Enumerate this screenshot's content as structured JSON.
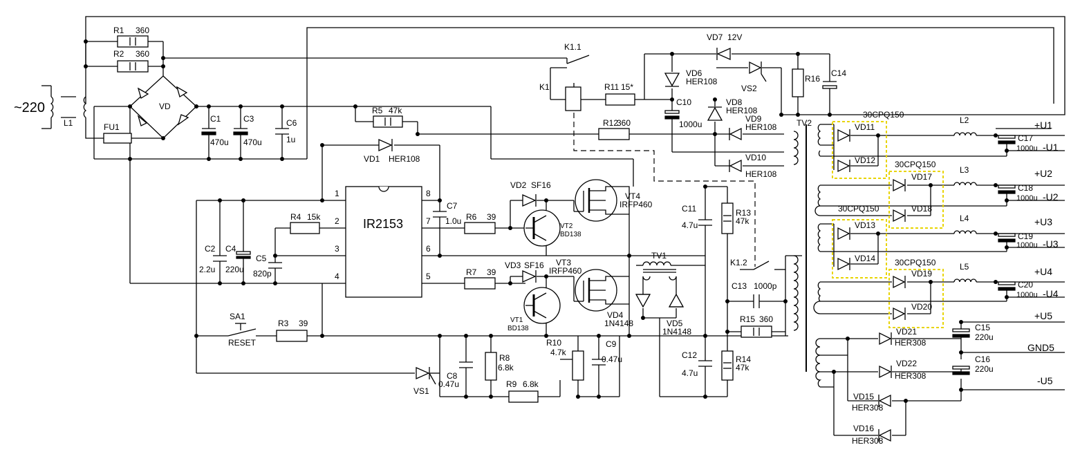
{
  "diagram": {
    "mains_label": "~220",
    "ic_name": "IR2153",
    "ic_pins": [
      "1",
      "2",
      "3",
      "4",
      "5",
      "6",
      "7",
      "8"
    ],
    "outputs": [
      "+U1",
      "-U1",
      "+U2",
      "-U2",
      "+U3",
      "-U3",
      "+U4",
      "-U4",
      "+U5",
      "GND5",
      "-U5"
    ],
    "components": [
      {
        "ref": "R1",
        "value": "360"
      },
      {
        "ref": "R2",
        "value": "360"
      },
      {
        "ref": "L1",
        "value": ""
      },
      {
        "ref": "FU1",
        "value": ""
      },
      {
        "ref": "VD",
        "value": ""
      },
      {
        "ref": "C1",
        "value": "470u"
      },
      {
        "ref": "C3",
        "value": "470u"
      },
      {
        "ref": "C6",
        "value": "1u"
      },
      {
        "ref": "R5",
        "value": "47k"
      },
      {
        "ref": "VD1",
        "value": "HER108"
      },
      {
        "ref": "R4",
        "value": "15k"
      },
      {
        "ref": "C2",
        "value": "2.2u"
      },
      {
        "ref": "C4",
        "value": "220u"
      },
      {
        "ref": "C5",
        "value": "820p"
      },
      {
        "ref": "C7",
        "value": "1.0u"
      },
      {
        "ref": "R6",
        "value": "39"
      },
      {
        "ref": "R7",
        "value": "39"
      },
      {
        "ref": "VD2",
        "value": "SF16"
      },
      {
        "ref": "VD3",
        "value": "SF16"
      },
      {
        "ref": "VT2",
        "value": "BD138"
      },
      {
        "ref": "VT1",
        "value": "BD138"
      },
      {
        "ref": "VT4",
        "value": "IRFP460"
      },
      {
        "ref": "VT3",
        "value": "IRFP460"
      },
      {
        "ref": "SA1",
        "value": "RESET"
      },
      {
        "ref": "R3",
        "value": "39"
      },
      {
        "ref": "VS1",
        "value": ""
      },
      {
        "ref": "C8",
        "value": "0.47u"
      },
      {
        "ref": "R8",
        "value": "6.8k"
      },
      {
        "ref": "R9",
        "value": "6.8k"
      },
      {
        "ref": "R10",
        "value": "4.7k"
      },
      {
        "ref": "C9",
        "value": "0.47u"
      },
      {
        "ref": "VD4",
        "value": "1N4148"
      },
      {
        "ref": "VD5",
        "value": "1N4148"
      },
      {
        "ref": "TV1",
        "value": ""
      },
      {
        "ref": "C11",
        "value": "4.7u"
      },
      {
        "ref": "C12",
        "value": "4.7u"
      },
      {
        "ref": "R13",
        "value": "47k"
      },
      {
        "ref": "R14",
        "value": "47k"
      },
      {
        "ref": "C13",
        "value": "1000p"
      },
      {
        "ref": "R15",
        "value": "360"
      },
      {
        "ref": "K1",
        "value": ""
      },
      {
        "ref": "K1.1",
        "value": ""
      },
      {
        "ref": "K1.2",
        "value": ""
      },
      {
        "ref": "R11",
        "value": "15*"
      },
      {
        "ref": "R12",
        "value": "360"
      },
      {
        "ref": "VD7",
        "value": "12V"
      },
      {
        "ref": "VD6",
        "value": "HER108"
      },
      {
        "ref": "VS2",
        "value": ""
      },
      {
        "ref": "R16",
        "value": ""
      },
      {
        "ref": "C14",
        "value": ""
      },
      {
        "ref": "C10",
        "value": "1000u"
      },
      {
        "ref": "VD8",
        "value": "HER108"
      },
      {
        "ref": "VD9",
        "value": "HER108"
      },
      {
        "ref": "VD10",
        "value": "HER108"
      },
      {
        "ref": "TV2",
        "value": ""
      },
      {
        "ref": "VD11",
        "value": "30CPQ150"
      },
      {
        "ref": "VD12",
        "value": ""
      },
      {
        "ref": "VD17",
        "value": "30CPQ150"
      },
      {
        "ref": "VD18",
        "value": "30CPQ150"
      },
      {
        "ref": "VD13",
        "value": ""
      },
      {
        "ref": "VD14",
        "value": ""
      },
      {
        "ref": "VD19",
        "value": "30CPQ150"
      },
      {
        "ref": "VD20",
        "value": ""
      },
      {
        "ref": "L2",
        "value": ""
      },
      {
        "ref": "L3",
        "value": ""
      },
      {
        "ref": "L4",
        "value": ""
      },
      {
        "ref": "L5",
        "value": ""
      },
      {
        "ref": "C17",
        "value": "1000u"
      },
      {
        "ref": "C18",
        "value": "1000u"
      },
      {
        "ref": "C19",
        "value": "1000u"
      },
      {
        "ref": "C20",
        "value": "1000u"
      },
      {
        "ref": "VD21",
        "value": "HER308"
      },
      {
        "ref": "VD22",
        "value": "HER308"
      },
      {
        "ref": "VD15",
        "value": "HER308"
      },
      {
        "ref": "VD16",
        "value": "HER308"
      },
      {
        "ref": "C15",
        "value": "220u"
      },
      {
        "ref": "C16",
        "value": "220u"
      }
    ],
    "colors": {
      "wire": "#000000",
      "highlight": "#e8d400",
      "background": "#ffffff"
    }
  }
}
